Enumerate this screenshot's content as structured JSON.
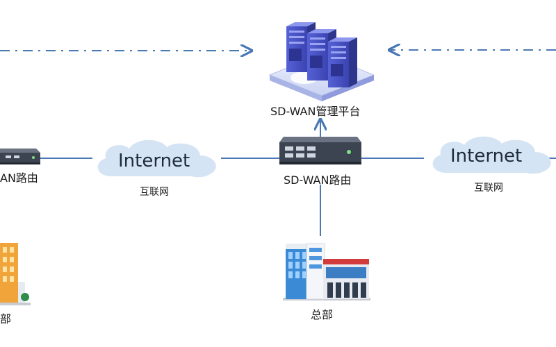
{
  "diagram": {
    "platform_label": "SD-WAN管理平台",
    "center_router_label": "SD-WAN路由",
    "left_router_label_partial": "AN路由",
    "cloud_left": {
      "text": "Internet",
      "caption": "互联网"
    },
    "cloud_right": {
      "text": "Internet",
      "caption": "互联网"
    },
    "hq_label": "总部",
    "left_building_label_partial": "部",
    "colors": {
      "link_line": "#4a78b5",
      "cloud_fill": "#d4e4f4",
      "server_accent": "#4b55c9",
      "router_body": "#3c4452"
    }
  }
}
